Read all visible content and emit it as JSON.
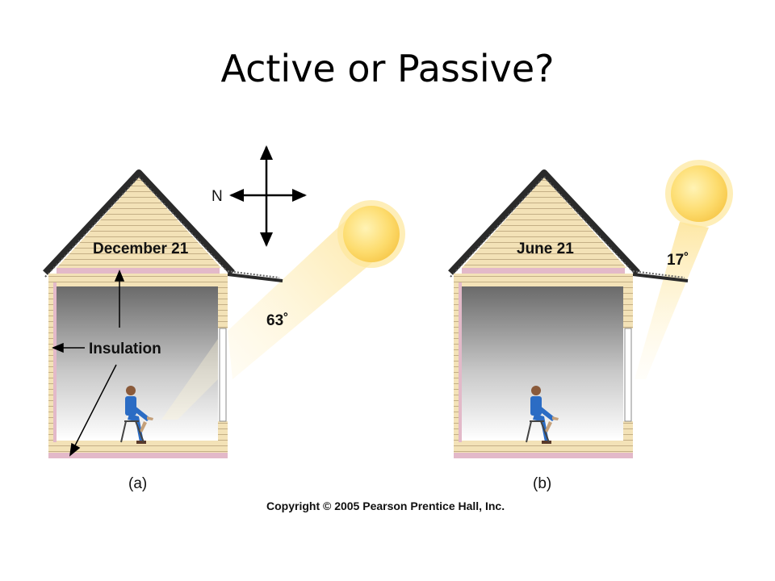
{
  "title": "Active or Passive?",
  "compass": {
    "north_label": "N"
  },
  "house_a": {
    "date_label": "December 21",
    "insulation_label": "Insulation",
    "sun_angle_label": "63˚",
    "caption": "(a)"
  },
  "house_b": {
    "date_label": "June 21",
    "sun_angle_label": "17˚",
    "caption": "(b)"
  },
  "copyright": "Copyright © 2005 Pearson Prentice Hall, Inc.",
  "colors": {
    "siding": "#f3e2b7",
    "siding_line": "#b8a27a",
    "roof": "#2a2a2a",
    "insulation": "#e3b9c9",
    "sun": "#fdd867",
    "beam": "#fde6a0",
    "person_suit": "#2b6cc4"
  }
}
